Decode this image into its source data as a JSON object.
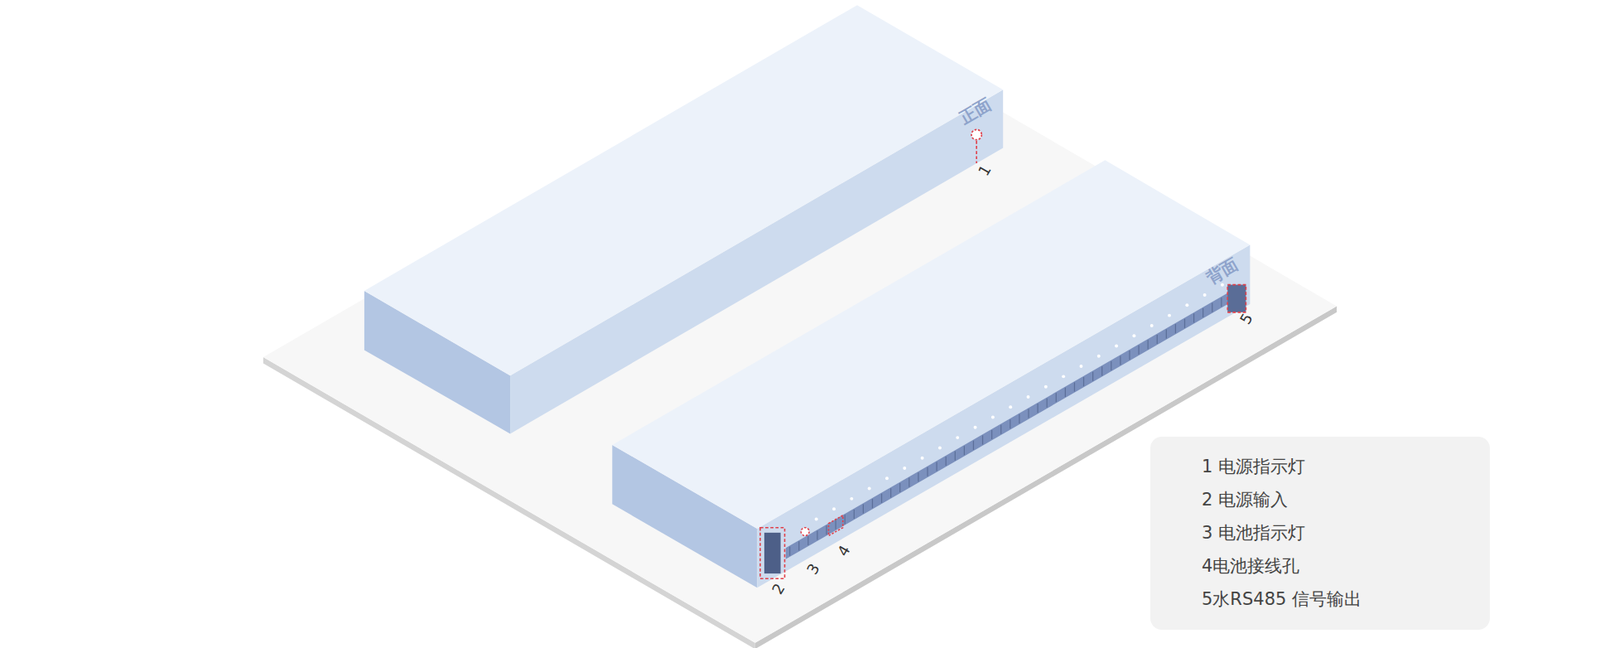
{
  "diagram": {
    "nodes": [
      {
        "text": [
          "1 电源指示灯",
          "2 电源输入",
          "3 电池指示灯",
          "4电池接线孔",
          "5水RS485 信号输出"
        ]
      }
    ],
    "labels": [
      "正面",
      "背面",
      "1",
      "2",
      "3",
      "4",
      "5"
    ]
  }
}
